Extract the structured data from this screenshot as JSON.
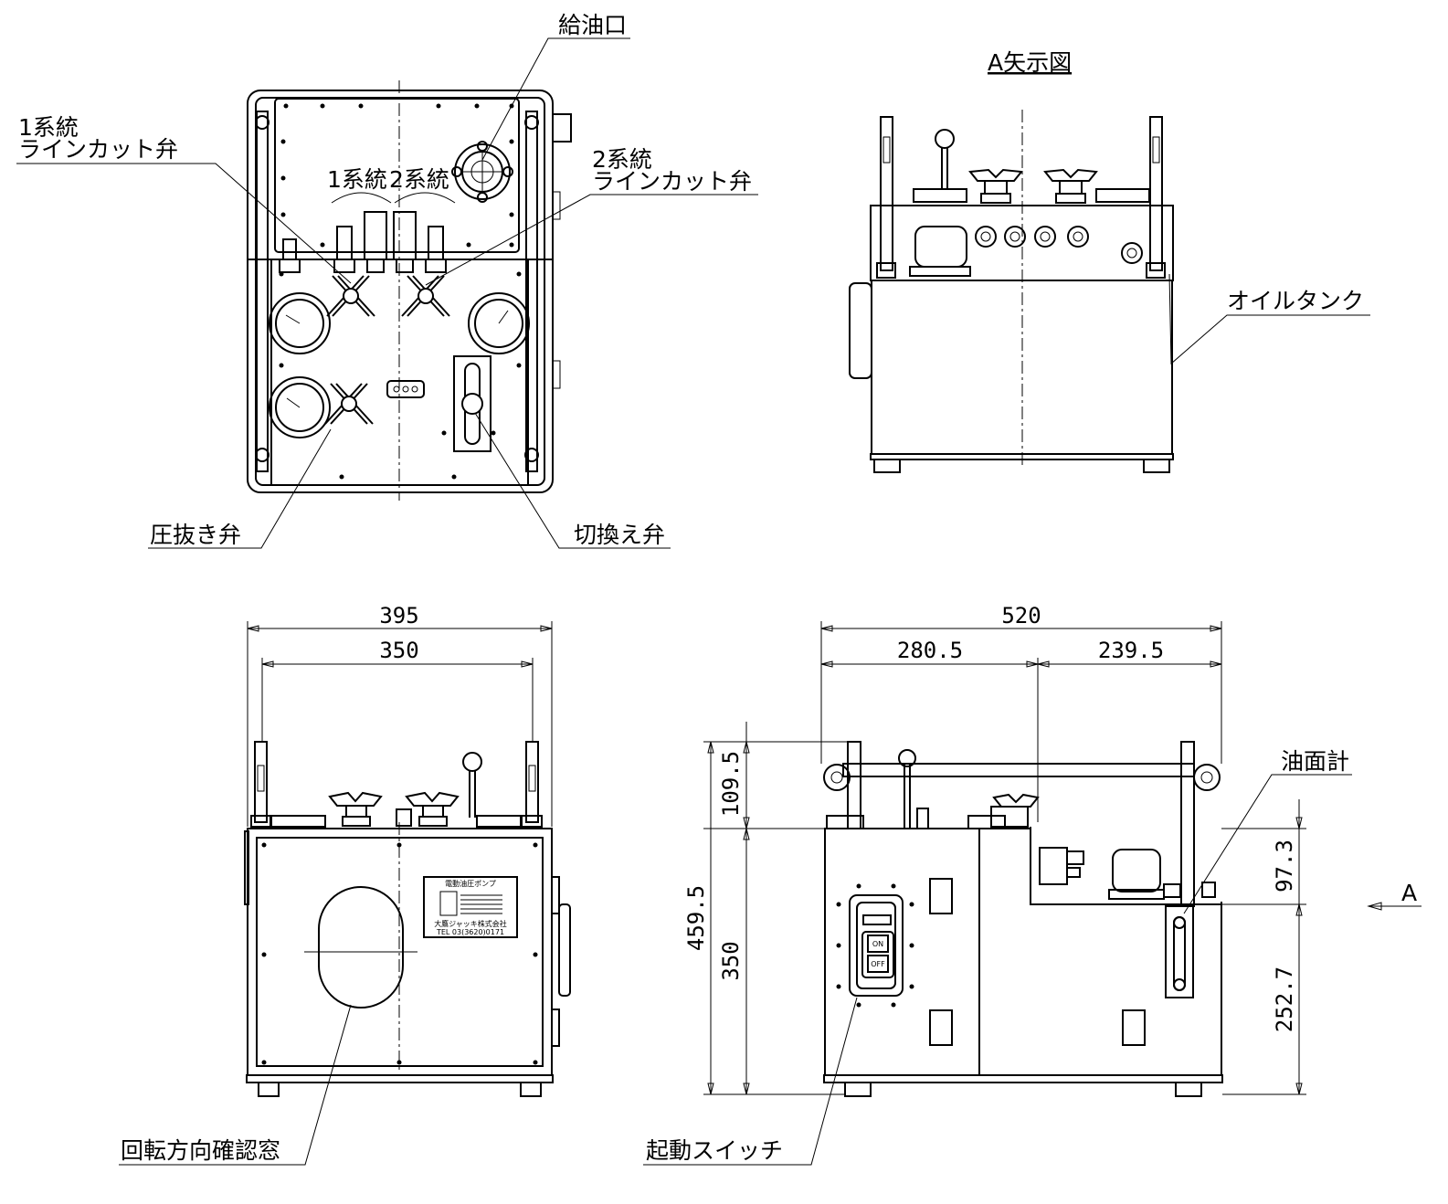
{
  "labels": {
    "refuel_port": "給油口",
    "line1_valve_a": "1系統",
    "line1_valve_b": "ラインカット弁",
    "line2_valve_a": "2系統",
    "line2_valve_b": "ラインカット弁",
    "system1": "1系統",
    "system2": "2系統",
    "view_a": "A矢示図",
    "oil_tank": "オイルタンク",
    "relief_valve": "圧抜き弁",
    "switch_valve": "切換え弁",
    "rotation_window": "回転方向確認窓",
    "start_switch": "起動スイッチ",
    "oil_gauge": "油面計",
    "arrow_a": "A"
  },
  "nameplate": {
    "title": "電動油圧ポンプ",
    "maker": "大鷹ジャッキ株式会社",
    "tel": "TEL 03(3620)0171"
  },
  "switch": {
    "on": "ON",
    "off": "OFF"
  },
  "dimensions": {
    "front_width_total": "395",
    "front_width_inner": "350",
    "side_width_total": "520",
    "side_width_left": "280.5",
    "side_width_right": "239.5",
    "height_top": "109.5",
    "height_total": "459.5",
    "height_body": "350",
    "height_upper_right": "97.3",
    "height_lower_right": "252.7"
  }
}
